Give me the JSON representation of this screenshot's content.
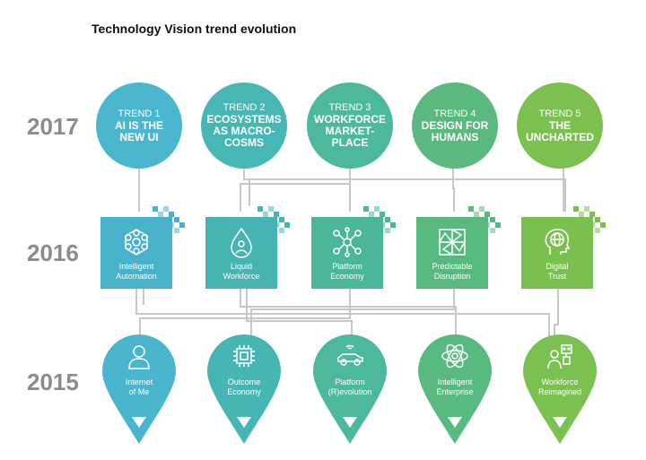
{
  "title": "Technology Vision trend evolution",
  "years": [
    "2017",
    "2016",
    "2015"
  ],
  "trends_2017": [
    {
      "num": "TREND 1",
      "name": "AI IS THE\nNEW UI",
      "color": "#4ab7cf"
    },
    {
      "num": "TREND 2",
      "name": "ECOSYSTEMS\nAS MACRO-\nCOSMS",
      "color": "#46b7b5"
    },
    {
      "num": "TREND 3",
      "name": "WORKFORCE\nMARKET-\nPLACE",
      "color": "#4db99c"
    },
    {
      "num": "TREND 4",
      "name": "DESIGN FOR\nHUMANS",
      "color": "#5ab97f"
    },
    {
      "num": "TREND 5",
      "name": "THE\nUNCHARTED",
      "color": "#7cc150"
    }
  ],
  "trends_2016": [
    {
      "label": "Intelligent\nAutomation",
      "icon": "hexagon-network-icon",
      "color": "#47b2ca"
    },
    {
      "label": "Liquid\nWorkforce",
      "icon": "droplet-person-icon",
      "color": "#45b4b3"
    },
    {
      "label": "Platform\nEconomy",
      "icon": "network-nodes-icon",
      "color": "#4bb79a"
    },
    {
      "label": "Predictable\nDisruption",
      "icon": "pinwheel-icon",
      "color": "#58b97f"
    },
    {
      "label": "Digital\nTrust",
      "icon": "head-globe-icon",
      "color": "#7ac04f"
    }
  ],
  "trends_2015": [
    {
      "label": "Internet\nof Me",
      "icon": "person-icon",
      "color": "#4ab6cd"
    },
    {
      "label": "Outcome\nEconomy",
      "icon": "chip-icon",
      "color": "#46b6b4"
    },
    {
      "label": "Platform\n(R)evolution",
      "icon": "connected-car-icon",
      "color": "#4cb89c"
    },
    {
      "label": "Intelligent\nEnterprise",
      "icon": "atom-brain-icon",
      "color": "#58ba80"
    },
    {
      "label": "Workforce\nReimagined",
      "icon": "person-robot-icon",
      "color": "#7bc152"
    }
  ]
}
